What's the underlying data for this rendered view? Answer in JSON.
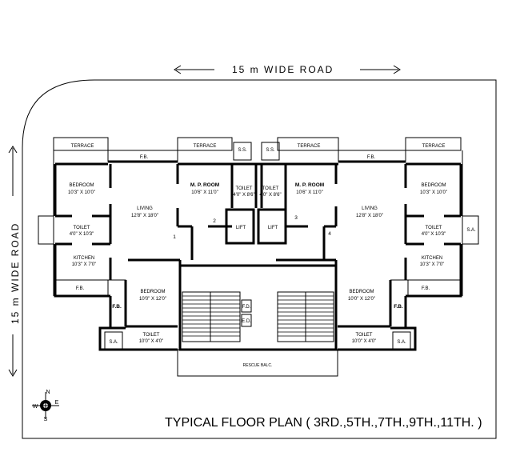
{
  "roads": {
    "top": "15 m  WIDE  ROAD",
    "left": "15 m  WIDE  ROAD"
  },
  "title": "TYPICAL FLOOR PLAN ( 3RD.,5TH.,7TH.,9TH.,11TH. )",
  "compass": {
    "n": "N",
    "e": "E",
    "w": "W",
    "s": "S"
  },
  "rooms": {
    "terrace": "TERRACE",
    "fb": "F.B.",
    "fb_bold": "F.B.",
    "bedroom": "BEDROOM",
    "bedroom_corner_size": "10'3\" X 10'0\"",
    "bedroom_lower_size": "10'0\" X 12'0\"",
    "mp_room": "M. P. ROOM",
    "mp_room_size": "10'6\" X 11'0\"",
    "ss": "S.S.",
    "toilet": "TOILET",
    "toilet_core_size": "4'0\" X 8'6\"",
    "toilet_flat_size": "4'0\" X 10'3\"",
    "toilet_lower_size": "10'0\" X 4'0\"",
    "living": "LIVING",
    "living_size": "12'8\" X 18'0\"",
    "kitchen": "KITCHEN",
    "kitchen_size": "10'3\" X 7'0\"",
    "lift": "LIFT",
    "sa": "S.A.",
    "fd": "F.D.",
    "ed": "E.D.",
    "rescue": "RESCUE BALC."
  },
  "door_numbers": [
    "1",
    "2",
    "3",
    "4"
  ]
}
